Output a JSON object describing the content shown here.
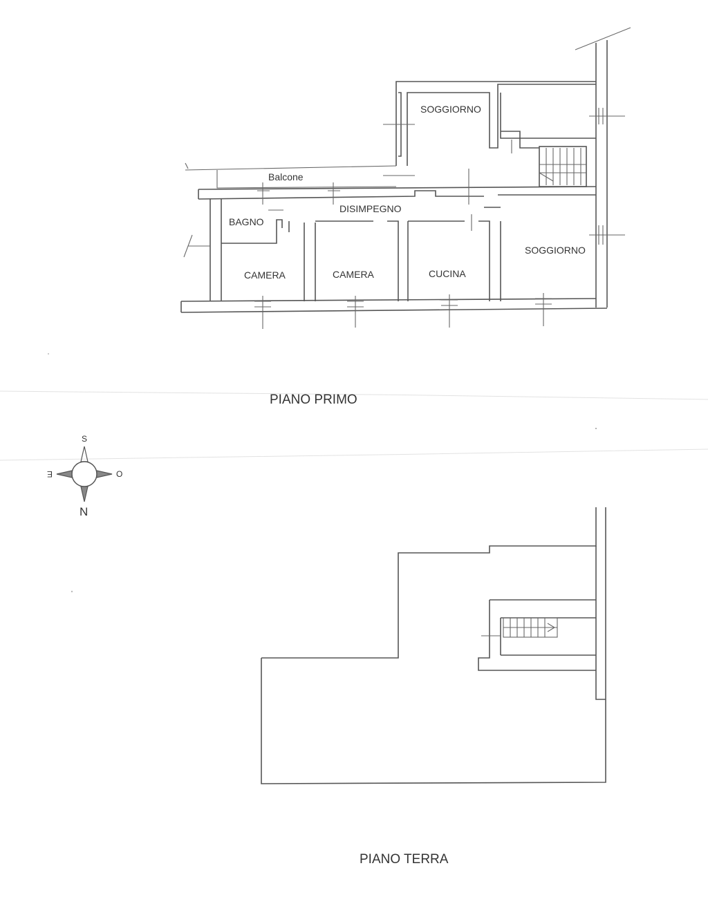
{
  "floors": {
    "first": {
      "label": "PIANO PRIMO",
      "rooms": {
        "soggiorno_top": "SOGGIORNO",
        "balcone": "Balcone",
        "disimpegno": "DISIMPEGNO",
        "bagno": "BAGNO",
        "camera_1": "CAMERA",
        "camera_2": "CAMERA",
        "cucina": "CUCINA",
        "soggiorno_right": "SOGGIORNO"
      }
    },
    "ground": {
      "label": "PIANO TERRA"
    }
  },
  "compass": {
    "south": "S",
    "east": "E",
    "west": "O",
    "north": "N"
  }
}
